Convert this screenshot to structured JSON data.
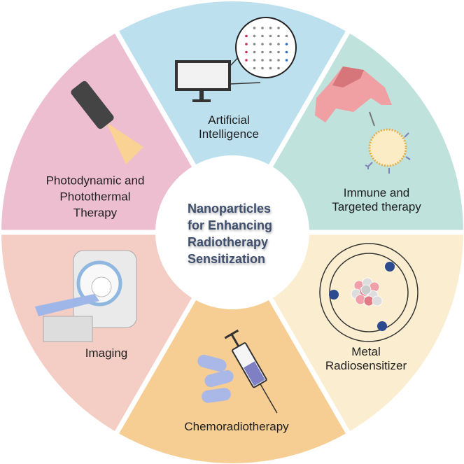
{
  "title": {
    "line1": "Nanoparticles",
    "line2": "for Enhancing",
    "line3": "Radiotherapy",
    "line4": "Sensitization"
  },
  "sectors": [
    {
      "key": "ai",
      "line1": "Artificial",
      "line2": "Intelligence",
      "color": "#bde0ee",
      "icon": "monitor-neural-network-icon"
    },
    {
      "key": "immune",
      "line1": "Immune and",
      "line2": "Targeted therapy",
      "color": "#bfe2dc",
      "icon": "cell-nanoparticle-icon"
    },
    {
      "key": "metal",
      "line1": "Metal",
      "line2": "Radiosensitizer",
      "color": "#fbedcf",
      "icon": "atom-icon"
    },
    {
      "key": "chemo",
      "line1": "Chemoradiotherapy",
      "color": "#f6cd92",
      "icon": "syringe-pills-icon"
    },
    {
      "key": "imaging",
      "line1": "Imaging",
      "color": "#f4cdc4",
      "icon": "mri-scanner-icon"
    },
    {
      "key": "photo",
      "line1": "Photodynamic and",
      "line2": "Photothermal",
      "line3": "Therapy",
      "color": "#edbdd0",
      "icon": "laser-flashlight-icon"
    }
  ]
}
